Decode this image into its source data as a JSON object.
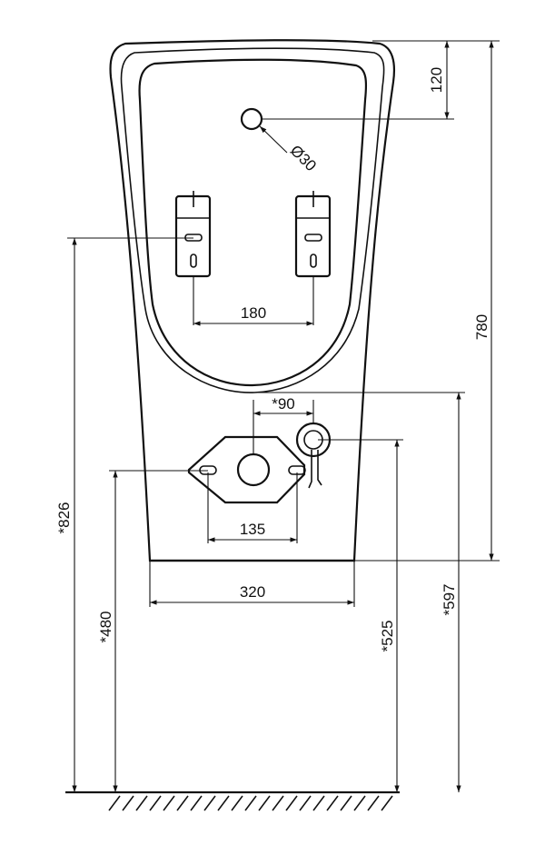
{
  "drawing": {
    "dimensions": {
      "top_offset": "120",
      "diameter": "Ø30",
      "overall_height": "780",
      "bracket_spacing": "180",
      "outlet_offset": "*90",
      "flange_spacing": "135",
      "base_width": "320",
      "bracket_height": "*826",
      "flange_height": "*480",
      "inlet_height": "*525",
      "bottom_height": "*597"
    }
  }
}
